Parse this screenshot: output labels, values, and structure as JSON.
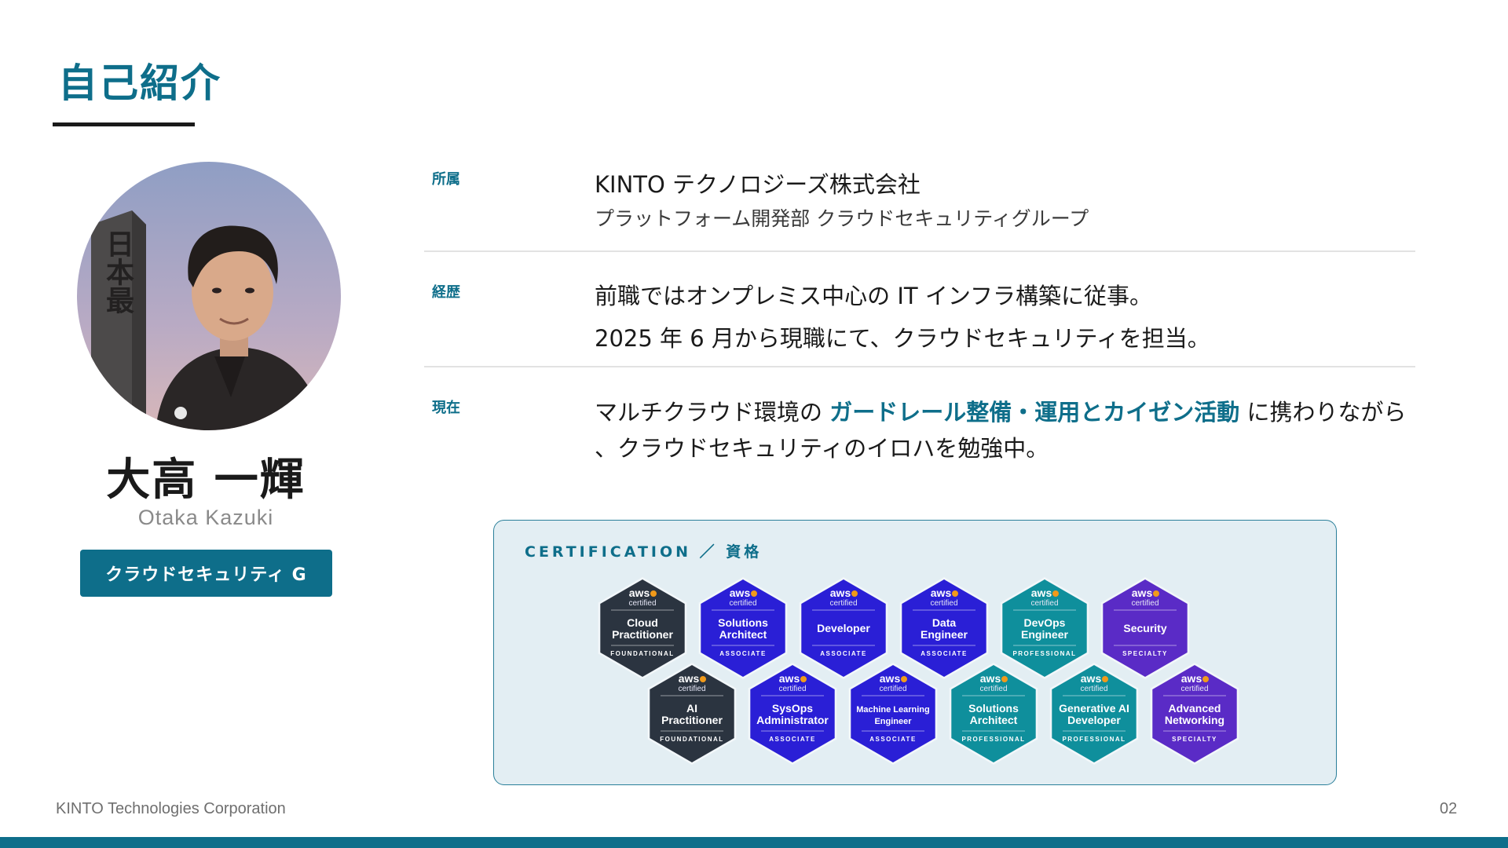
{
  "page": {
    "title": "自己紹介",
    "footer_company": "KINTO Technologies Corporation",
    "page_number": "02"
  },
  "profile": {
    "name": "大高 一輝",
    "name_roman": "Otaka Kazuki",
    "team_badge": "クラウドセキュリティ G",
    "photo_monument_text": "日本最"
  },
  "info": {
    "affiliation": {
      "label": "所属",
      "company": "KINTO テクノロジーズ株式会社",
      "department": "プラットフォーム開発部 クラウドセキュリティグループ"
    },
    "career": {
      "label": "経歴",
      "line1": "前職ではオンプレミス中心の IT インフラ構築に従事。",
      "line2": "2025 年 6 月から現職にて、クラウドセキュリティを担当。"
    },
    "current": {
      "label": "現在",
      "before": "マルチクラウド環境の ",
      "highlight": "ガードレール整備・運用とカイゼン活動",
      "after": " に携わりながら",
      "line2": "、クラウドセキュリティのイロハを勉強中。"
    }
  },
  "certification": {
    "title": "CERTIFICATION ／ 資格",
    "badge_logo": "aws",
    "badge_sublogo": "certified",
    "badges": [
      {
        "lines": [
          "Cloud",
          "Practitioner"
        ],
        "level": "FOUNDATIONAL",
        "color": "#2b3440"
      },
      {
        "lines": [
          "Solutions",
          "Architect"
        ],
        "level": "ASSOCIATE",
        "color": "#2a1fd6"
      },
      {
        "lines": [
          "Developer"
        ],
        "level": "ASSOCIATE",
        "color": "#2a1fd6"
      },
      {
        "lines": [
          "Data",
          "Engineer"
        ],
        "level": "ASSOCIATE",
        "color": "#2a1fd6"
      },
      {
        "lines": [
          "DevOps",
          "Engineer"
        ],
        "level": "PROFESSIONAL",
        "color": "#0f8f9c"
      },
      {
        "lines": [
          "Security"
        ],
        "level": "SPECIALTY",
        "color": "#5a2bc6"
      },
      {
        "lines": [
          "AI",
          "Practitioner"
        ],
        "level": "FOUNDATIONAL",
        "color": "#2b3440"
      },
      {
        "lines": [
          "SysOps",
          "Administrator"
        ],
        "level": "ASSOCIATE",
        "color": "#2a1fd6"
      },
      {
        "lines": [
          "Machine Learning",
          "Engineer"
        ],
        "level": "ASSOCIATE",
        "color": "#2a1fd6"
      },
      {
        "lines": [
          "Solutions",
          "Architect"
        ],
        "level": "PROFESSIONAL",
        "color": "#0f8f9c"
      },
      {
        "lines": [
          "Generative AI",
          "Developer"
        ],
        "level": "PROFESSIONAL",
        "color": "#0f8f9c"
      },
      {
        "lines": [
          "Advanced",
          "Networking"
        ],
        "level": "SPECIALTY",
        "color": "#5a2bc6"
      }
    ]
  },
  "colors": {
    "accent": "#0e6e8a",
    "aws_orange": "#f19a1a"
  }
}
